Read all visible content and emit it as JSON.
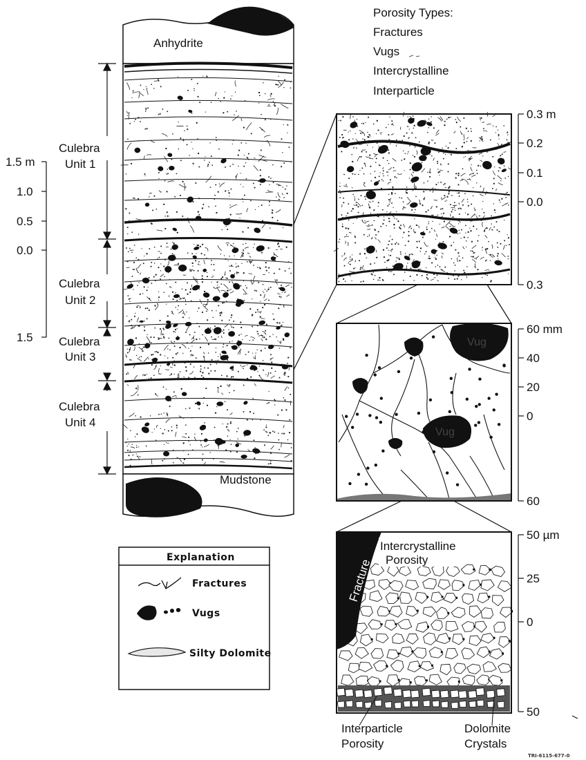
{
  "porosity_types": {
    "title": "Porosity Types:",
    "items": [
      "Fractures",
      "Vugs",
      "Intercrystalline",
      "Interparticle"
    ]
  },
  "column": {
    "top_layer": "Anhydrite",
    "bottom_layer": "Mudstone",
    "units": [
      {
        "line1": "Culebra",
        "line2": "Unit 1"
      },
      {
        "line1": "Culebra",
        "line2": "Unit 2"
      },
      {
        "line1": "Culebra",
        "line2": "Unit 3"
      },
      {
        "line1": "Culebra",
        "line2": "Unit 4"
      }
    ],
    "scale_ticks": [
      "1.5 m",
      "1.0",
      "0.5",
      "0.0",
      "1.5"
    ]
  },
  "panel1": {
    "scale_ticks": [
      "0.3 m",
      "0.2",
      "0.1",
      "0.0",
      "0.3"
    ]
  },
  "panel2": {
    "scale_ticks": [
      "60 mm",
      "40",
      "20",
      "0",
      "60"
    ],
    "vug_labels": [
      "Vug",
      "Vug"
    ]
  },
  "panel3": {
    "scale_ticks": [
      "50 µm",
      "25",
      "0",
      "50"
    ],
    "fracture_label": "Fracture",
    "intercrystalline_line1": "Intercrystalline",
    "intercrystalline_line2": "Porosity",
    "interparticle_line1": "Interparticle",
    "interparticle_line2": "Porosity",
    "dolomite_line1": "Dolomite",
    "dolomite_line2": "Crystals"
  },
  "legend": {
    "title": "Explanation",
    "items": [
      "Fractures",
      "Vugs",
      "Silty Dolomite"
    ]
  },
  "figure_id": "TRI-6115-677-0"
}
